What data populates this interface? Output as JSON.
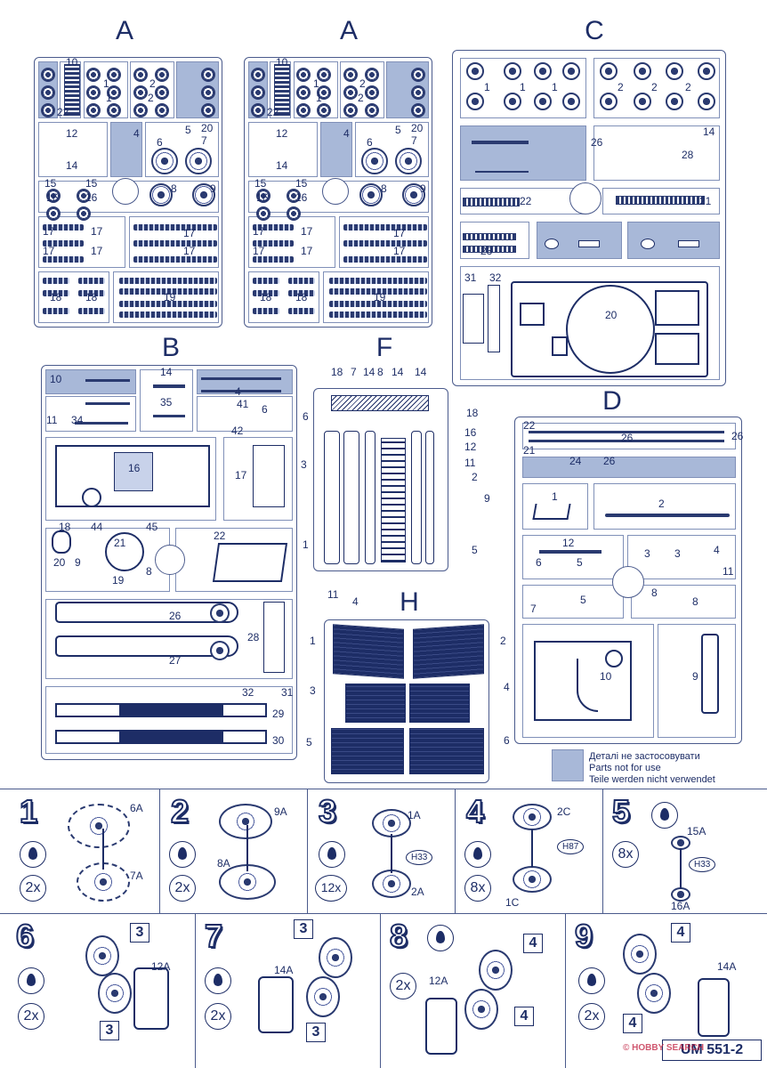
{
  "sprues": {
    "a1_letter": "A",
    "a2_letter": "A",
    "c_letter": "C",
    "b_letter": "B",
    "f_letter": "F",
    "d_letter": "D",
    "h_letter": "H"
  },
  "sprue_a": {
    "n10": "10",
    "n22": "22",
    "n1": "1",
    "n2": "2",
    "n12": "12",
    "n14": "14",
    "n3": "3",
    "n4": "4",
    "n5": "5",
    "n6": "6",
    "n7": "7",
    "n20": "20",
    "n15": "15",
    "n16": "16",
    "n8": "8",
    "n9": "9",
    "n17": "17",
    "n18": "18",
    "n19": "19",
    "n1b": "1",
    "n2b": "2"
  },
  "sprue_c": {
    "n1": "1",
    "n2": "2",
    "n26": "26",
    "n14": "14",
    "n28": "28",
    "n22": "22",
    "n21": "21",
    "n23": "23",
    "n31": "31",
    "n32": "32",
    "n20": "20"
  },
  "sprue_b": {
    "n10": "10",
    "n14": "14",
    "n35": "35",
    "n4": "4",
    "n11": "11",
    "n34": "34",
    "n41": "41",
    "n6": "6",
    "n42": "42",
    "n16": "16",
    "n17": "17",
    "n18": "18",
    "n44": "44",
    "n45": "45",
    "n21": "21",
    "n22": "22",
    "n20": "20",
    "n9": "9",
    "n19": "19",
    "n8": "8",
    "n26": "26",
    "n27": "27",
    "n28": "28",
    "n32": "32",
    "n31": "31",
    "n29": "29",
    "n30": "30"
  },
  "sprue_f": {
    "n18": "18",
    "n7": "7",
    "n14": "14",
    "n8": "8",
    "n14b": "14",
    "n14c": "14",
    "n6": "6",
    "n18b": "18",
    "n16": "16",
    "n12": "12",
    "n3": "3",
    "n11": "11",
    "n2": "2",
    "n9": "9",
    "n1": "1",
    "n5": "5",
    "n11b": "11",
    "n4": "4"
  },
  "sprue_d": {
    "n22": "22",
    "n26": "26",
    "n21": "21",
    "n24": "24",
    "n26b": "26",
    "n26c": "26",
    "n1": "1",
    "n2": "2",
    "n12": "12",
    "n3": "3",
    "n3b": "3",
    "n4": "4",
    "n6": "6",
    "n5": "5",
    "n11": "11",
    "n7": "7",
    "n5b": "5",
    "n8": "8",
    "n8b": "8",
    "n10": "10",
    "n9": "9"
  },
  "sprue_h": {
    "n1": "1",
    "n2": "2",
    "n3": "3",
    "n4": "4",
    "n5": "5",
    "n6": "6"
  },
  "legend": {
    "line1": "Деталі не застосовувати",
    "line2": "Parts not for use",
    "line3": "Teile werden nicht verwendet"
  },
  "steps": [
    {
      "num": "1",
      "qty": "2x",
      "parts": [
        "6A",
        "7A"
      ]
    },
    {
      "num": "2",
      "qty": "2x",
      "parts": [
        "9A",
        "8A"
      ]
    },
    {
      "num": "3",
      "qty": "12x",
      "parts": [
        "1A",
        "H33",
        "2A"
      ]
    },
    {
      "num": "4",
      "qty": "8x",
      "parts": [
        "2C",
        "H87",
        "1C"
      ]
    },
    {
      "num": "5",
      "qty": "8x",
      "parts": [
        "15A",
        "H33",
        "16A"
      ]
    },
    {
      "num": "6",
      "qty": "2x",
      "parts": [
        "3",
        "12A",
        "3"
      ]
    },
    {
      "num": "7",
      "qty": "2x",
      "parts": [
        "3",
        "14A",
        "3"
      ]
    },
    {
      "num": "8",
      "qty": "2x",
      "parts": [
        "4",
        "12A",
        "4"
      ]
    },
    {
      "num": "9",
      "qty": "2x",
      "parts": [
        "4",
        "14A",
        "4"
      ]
    }
  ],
  "footer": {
    "code": "UM 551-2",
    "watermark": "© HOBBY SEARCH"
  }
}
